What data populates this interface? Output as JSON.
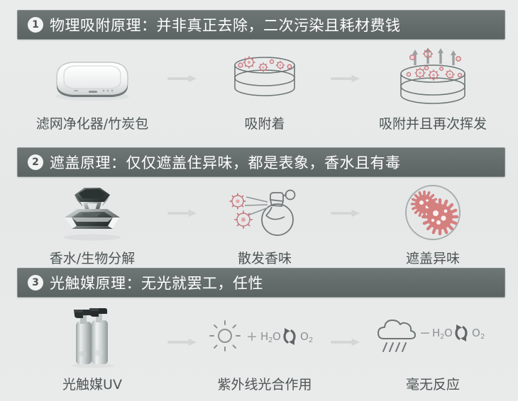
{
  "page": {
    "background_color": "#e8eaea",
    "bar_color": "#646c6b",
    "text_color": "#4d5554",
    "accent_particle_color": "#cf7b7e",
    "arrow_color": "#d2d5d5"
  },
  "sections": [
    {
      "number": "1",
      "title": "物理吸附原理：并非真正去除，二次污染且耗材费钱",
      "items": [
        {
          "caption": "滤网净化器/竹炭包",
          "icon": "air-purifier-icon"
        },
        {
          "caption": "吸附着",
          "icon": "cylinder-with-particles-icon"
        },
        {
          "caption": "吸附并且再次挥发",
          "icon": "cylinder-particles-escaping-icon"
        }
      ],
      "connectors": [
        "arrow-right-icon",
        "arrow-right-icon"
      ]
    },
    {
      "number": "2",
      "title": "遮盖原理：仅仅遮盖住异味，都是表象，香水且有毒",
      "items": [
        {
          "caption": "香水/生物分解",
          "icon": "crystal-perfume-bottle-icon"
        },
        {
          "caption": "散发香味",
          "icon": "perfume-spray-particles-icon"
        },
        {
          "caption": "遮盖异味",
          "icon": "circle-with-virus-particles-icon"
        }
      ],
      "connectors": [
        "arrow-right-icon",
        "arrow-right-icon"
      ]
    },
    {
      "number": "3",
      "title": "光触媒原理：无光就罢工，任性",
      "items": [
        {
          "caption": "光触媒UV",
          "icon": "spray-bottles-icon"
        },
        {
          "caption": "紫外线光合作用",
          "icon": "sun-plus-h2o-o2-icon",
          "formula": {
            "left": "H",
            "left_sub": "2",
            "left_tail": "O",
            "op": "+",
            "right": "O",
            "right_sub": "2"
          }
        },
        {
          "caption": "毫无反应",
          "icon": "raincloud-minus-h2o-o2-icon",
          "formula": {
            "left": "H",
            "left_sub": "2",
            "left_tail": "O",
            "op": "−",
            "right": "O",
            "right_sub": "2"
          }
        }
      ],
      "connectors": [
        "arrow-right-icon",
        "arrow-right-icon"
      ]
    }
  ],
  "formula_labels": {
    "h2o": "H₂O",
    "o2": "O₂",
    "plus": "+",
    "minus": "−"
  }
}
